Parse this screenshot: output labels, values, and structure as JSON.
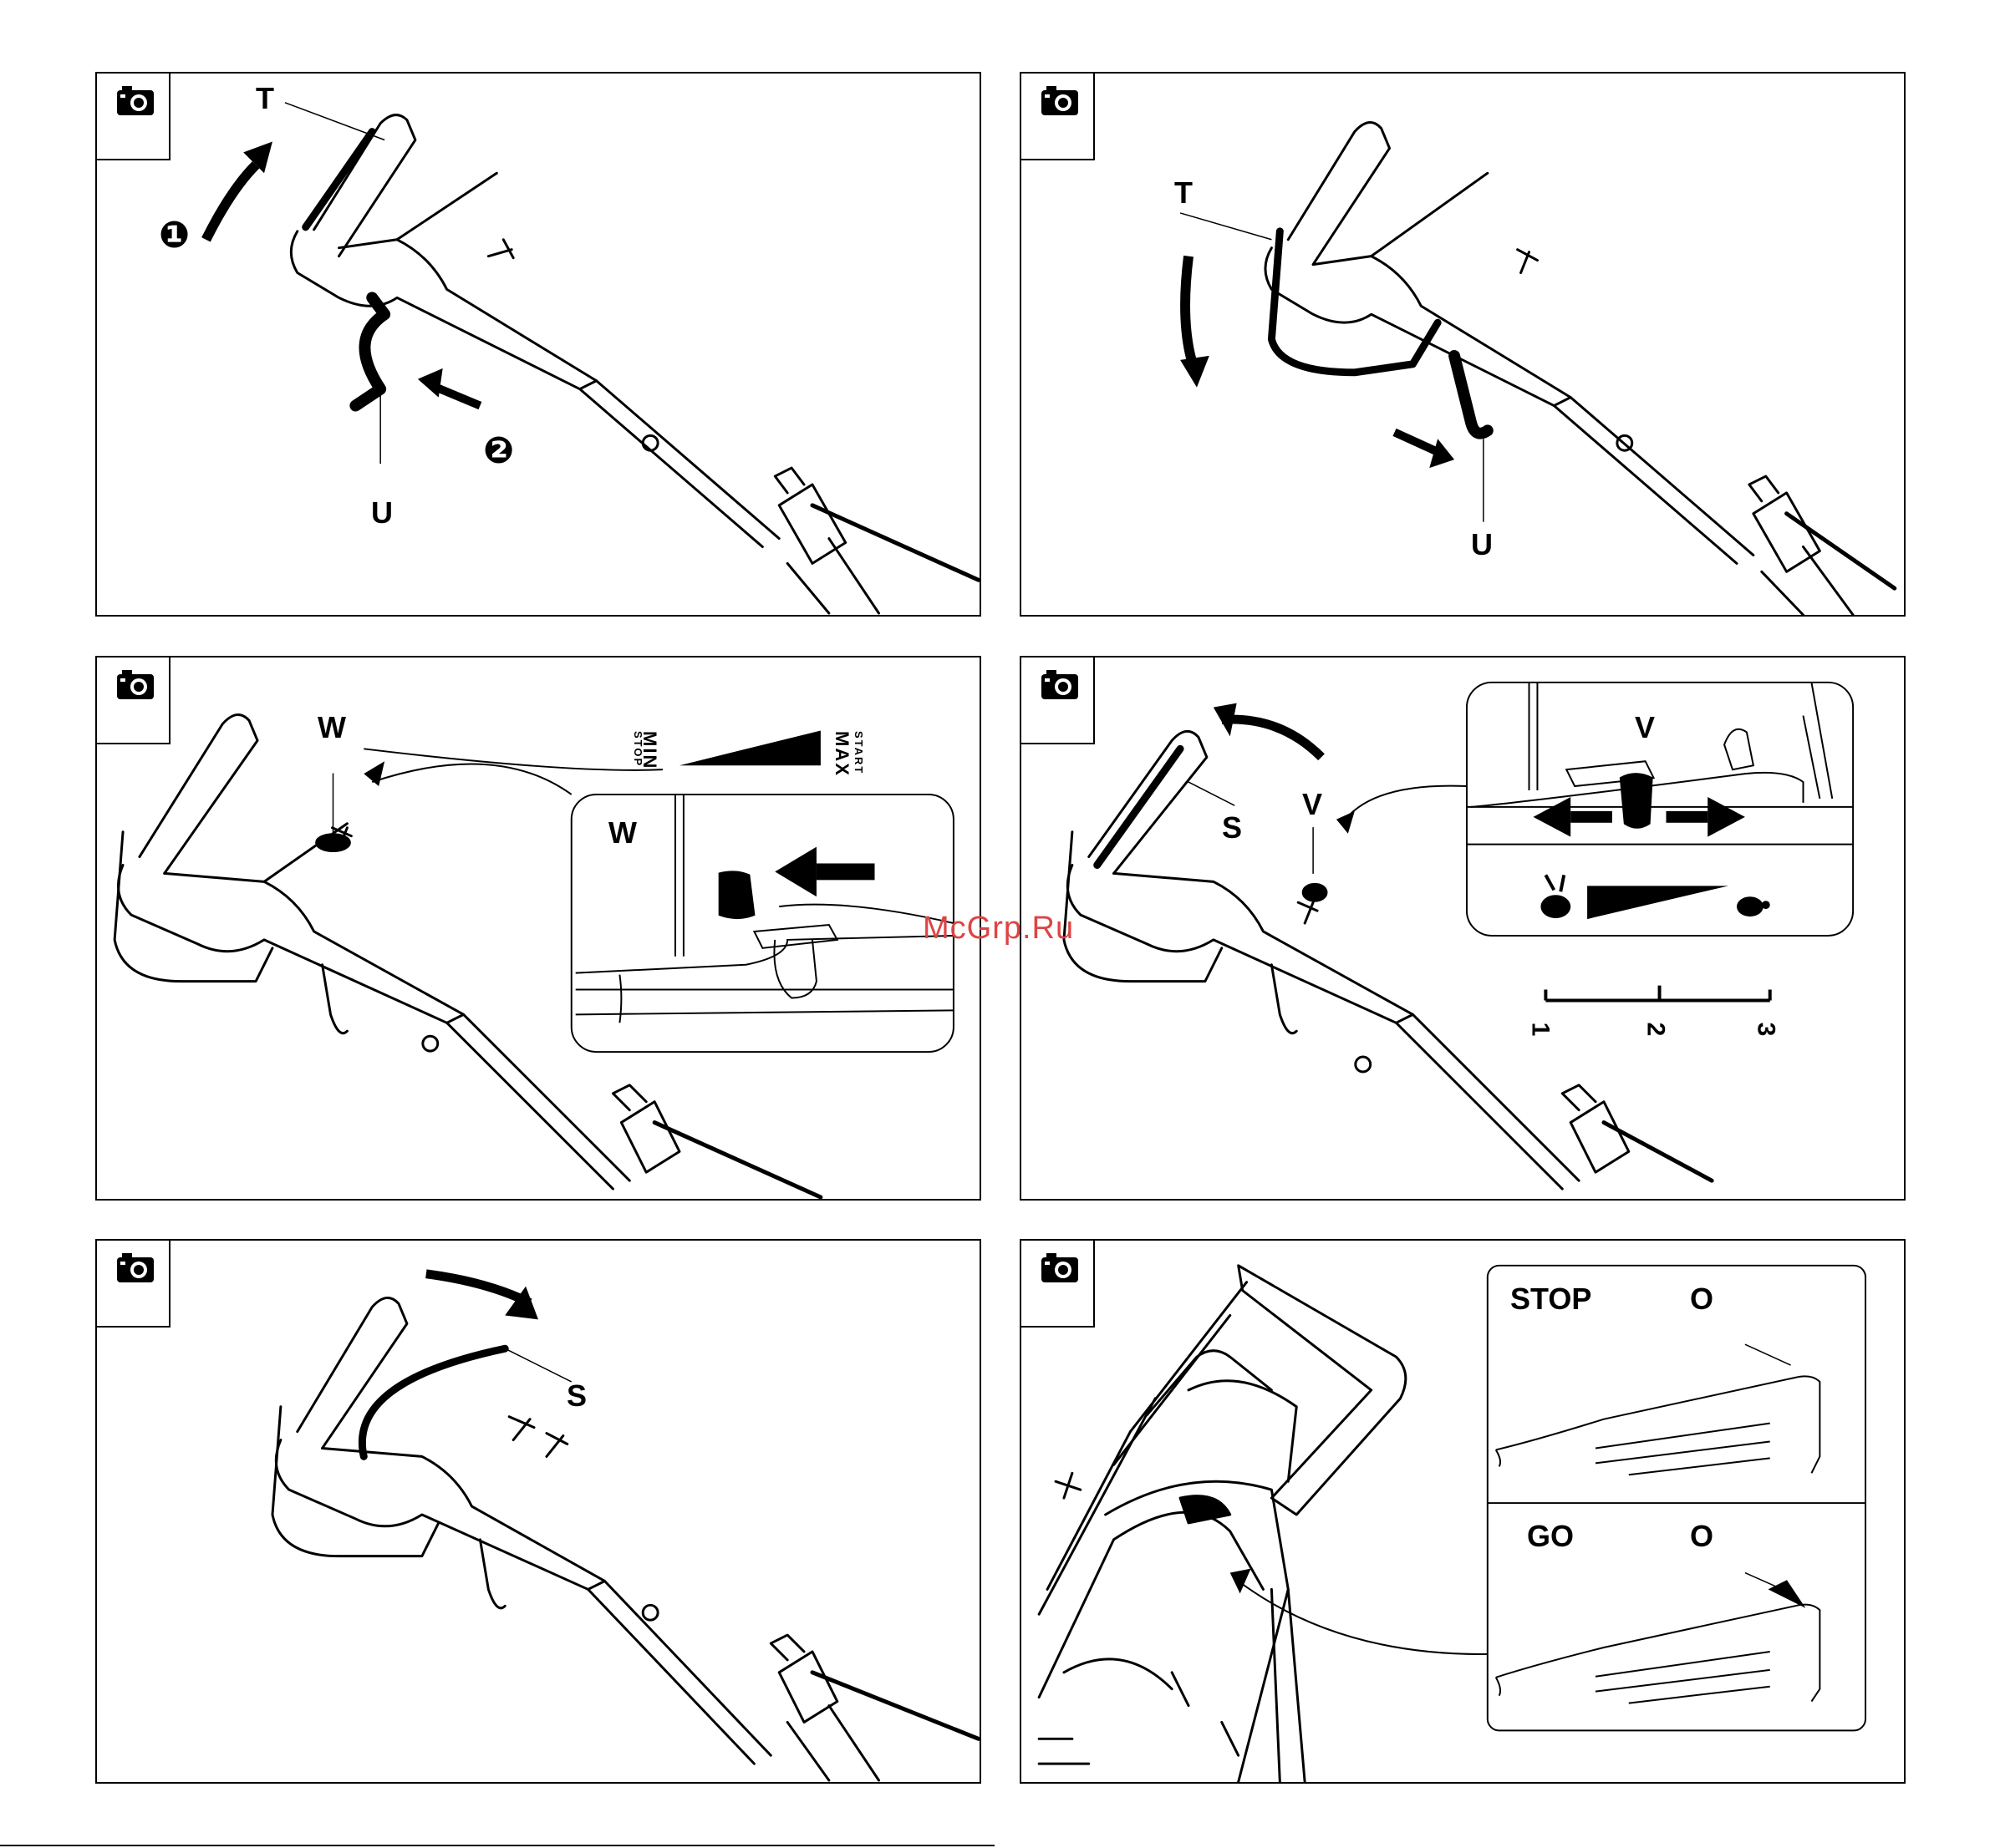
{
  "labels": {
    "p1": {
      "t": "T",
      "u": "U",
      "step1": "❶",
      "step2": "❷"
    },
    "p2": {
      "t": "T",
      "u": "U"
    },
    "p3": {
      "w1": "W",
      "w2": "W",
      "min": "MIN",
      "stop": "STOP",
      "max": "MAX",
      "start": "START"
    },
    "p4": {
      "s": "S",
      "v1": "V",
      "v2": "V",
      "n1": "1",
      "n2": "2",
      "n3": "3"
    },
    "p5": {
      "s": "S"
    },
    "p6": {
      "stop": "STOP",
      "go": "GO",
      "o1": "O",
      "o2": "O"
    }
  },
  "watermark": "McGrp.Ru",
  "icons": [
    "camera-icon",
    "arrow-icon",
    "hare-icon",
    "tortoise-icon"
  ]
}
